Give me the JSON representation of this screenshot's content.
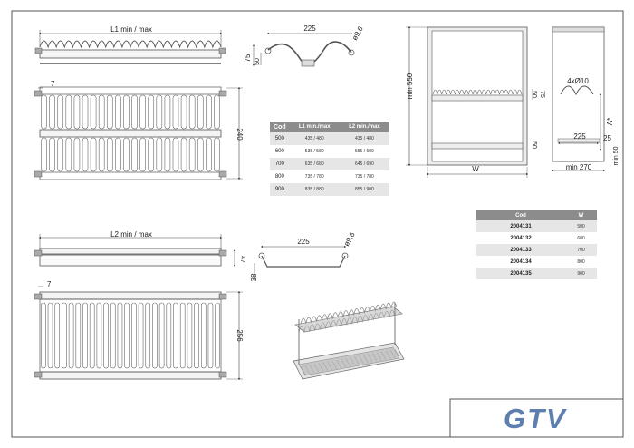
{
  "labels": {
    "l1": "L1 min / max",
    "l2": "L2 min / max",
    "d225": "225",
    "d225b": "225",
    "d225c": "225",
    "phi96": "ø9,6",
    "phi96b": "ø9,6",
    "d75": "75",
    "d75b": "75",
    "d50": "50",
    "d50b": "50",
    "d50c": "50",
    "d7": "7",
    "d7b": "7",
    "d240": "240",
    "d256": "256",
    "d47": "47",
    "d38": "38",
    "dmin550": "min 550",
    "dW": "W",
    "d4x10": "4xØ10",
    "dA": "A*",
    "d25": "25",
    "dmin270": "min 270",
    "dmin50": "min 50"
  },
  "table1": {
    "headers": [
      "Cod",
      "L1 min./max",
      "L2 min./max"
    ],
    "rows": [
      [
        "500",
        "435 / 480",
        "435 / 480"
      ],
      [
        "600",
        "535 / 580",
        "555 / 600"
      ],
      [
        "700",
        "635 / 680",
        "645 / 690"
      ],
      [
        "800",
        "735 / 780",
        "735 / 780"
      ],
      [
        "900",
        "835 / 880",
        "855 / 900"
      ]
    ]
  },
  "table2": {
    "headers": [
      "Cod",
      "W"
    ],
    "rows": [
      [
        "2004131",
        "500"
      ],
      [
        "2004132",
        "600"
      ],
      [
        "2004133",
        "700"
      ],
      [
        "2004134",
        "800"
      ],
      [
        "2004135",
        "900"
      ]
    ]
  },
  "brand": {
    "logo": "GTV",
    "color": "#5d7fae"
  }
}
